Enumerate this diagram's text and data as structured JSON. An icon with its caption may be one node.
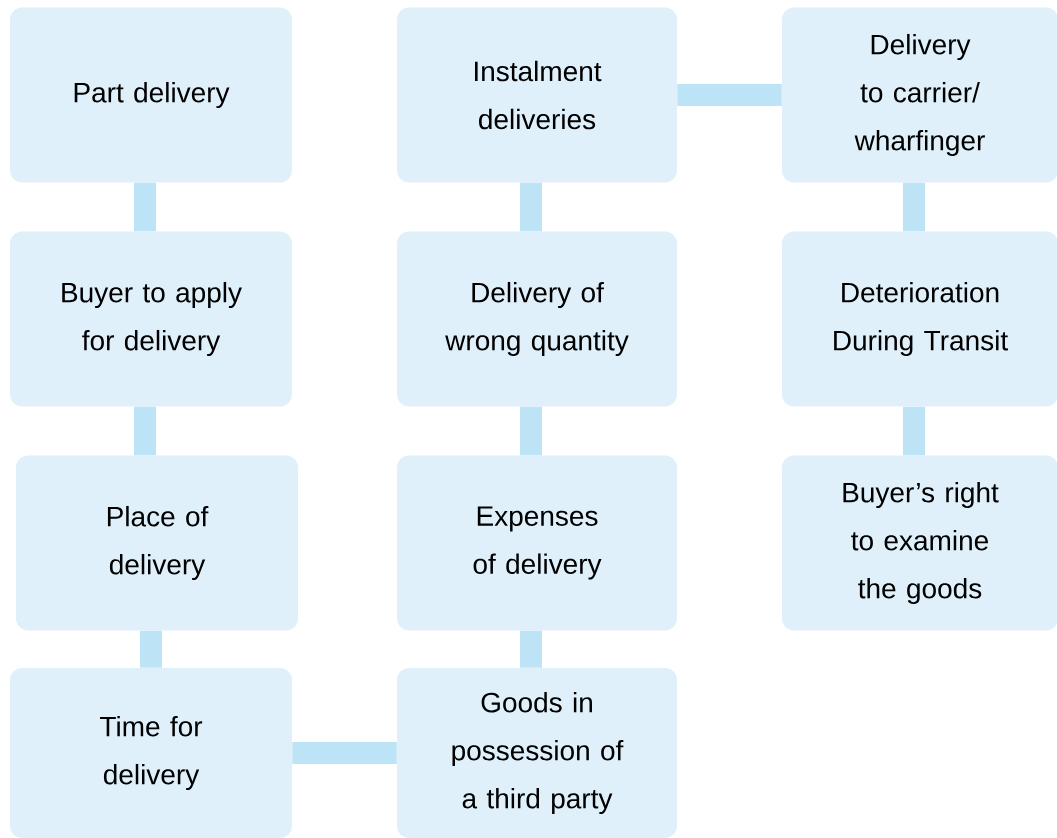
{
  "diagram": {
    "nodes": [
      {
        "text": [
          "Part delivery"
        ]
      },
      {
        "text": [
          "Buyer to apply for delivery"
        ]
      },
      {
        "text": [
          "Place of delivery"
        ]
      },
      {
        "text": [
          "Time for delivery"
        ]
      },
      {
        "text": [
          "Goods in possession of a third party"
        ]
      },
      {
        "text": [
          "Expenses of delivery"
        ]
      },
      {
        "text": [
          "Delivery of wrong quantity"
        ]
      },
      {
        "text": [
          "Instalment deliveries"
        ]
      },
      {
        "text": [
          "Delivery to carrier/ wharfinger"
        ]
      },
      {
        "text": [
          "Deterioration During Transit"
        ]
      },
      {
        "text": [
          "Buyer’s right to examine the goods"
        ]
      }
    ],
    "edges": [
      {
        "from": 0,
        "to": 1,
        "arrow": "none"
      },
      {
        "from": 1,
        "to": 2,
        "arrow": "none"
      },
      {
        "from": 2,
        "to": 3,
        "arrow": "none"
      },
      {
        "from": 3,
        "to": 4,
        "arrow": "none"
      },
      {
        "from": 4,
        "to": 5,
        "arrow": "none"
      },
      {
        "from": 5,
        "to": 6,
        "arrow": "none"
      },
      {
        "from": 6,
        "to": 7,
        "arrow": "none"
      },
      {
        "from": 7,
        "to": 8,
        "arrow": "none"
      },
      {
        "from": 8,
        "to": 9,
        "arrow": "none"
      },
      {
        "from": 9,
        "to": 10,
        "arrow": "none"
      }
    ]
  }
}
